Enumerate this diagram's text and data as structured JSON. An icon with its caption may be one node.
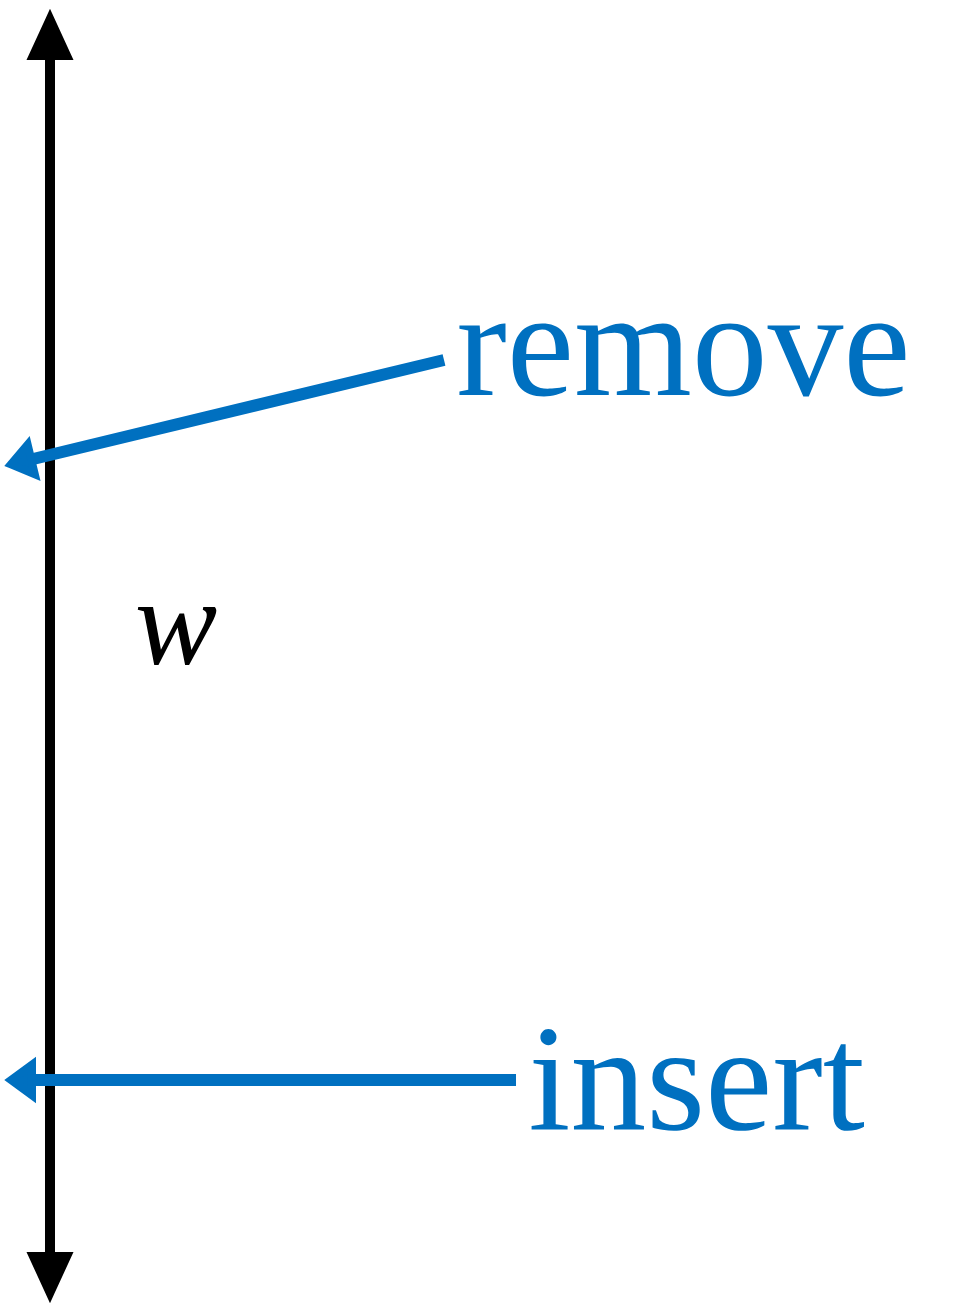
{
  "diagram": {
    "nodes": [
      {
        "text": [
          "remove"
        ]
      },
      {
        "text": [
          "insert"
        ]
      }
    ],
    "edges": [
      {
        "from": 0,
        "to": null,
        "arrow": "to"
      },
      {
        "from": 1,
        "to": null,
        "arrow": "to"
      }
    ],
    "labels": [
      "w"
    ]
  }
}
